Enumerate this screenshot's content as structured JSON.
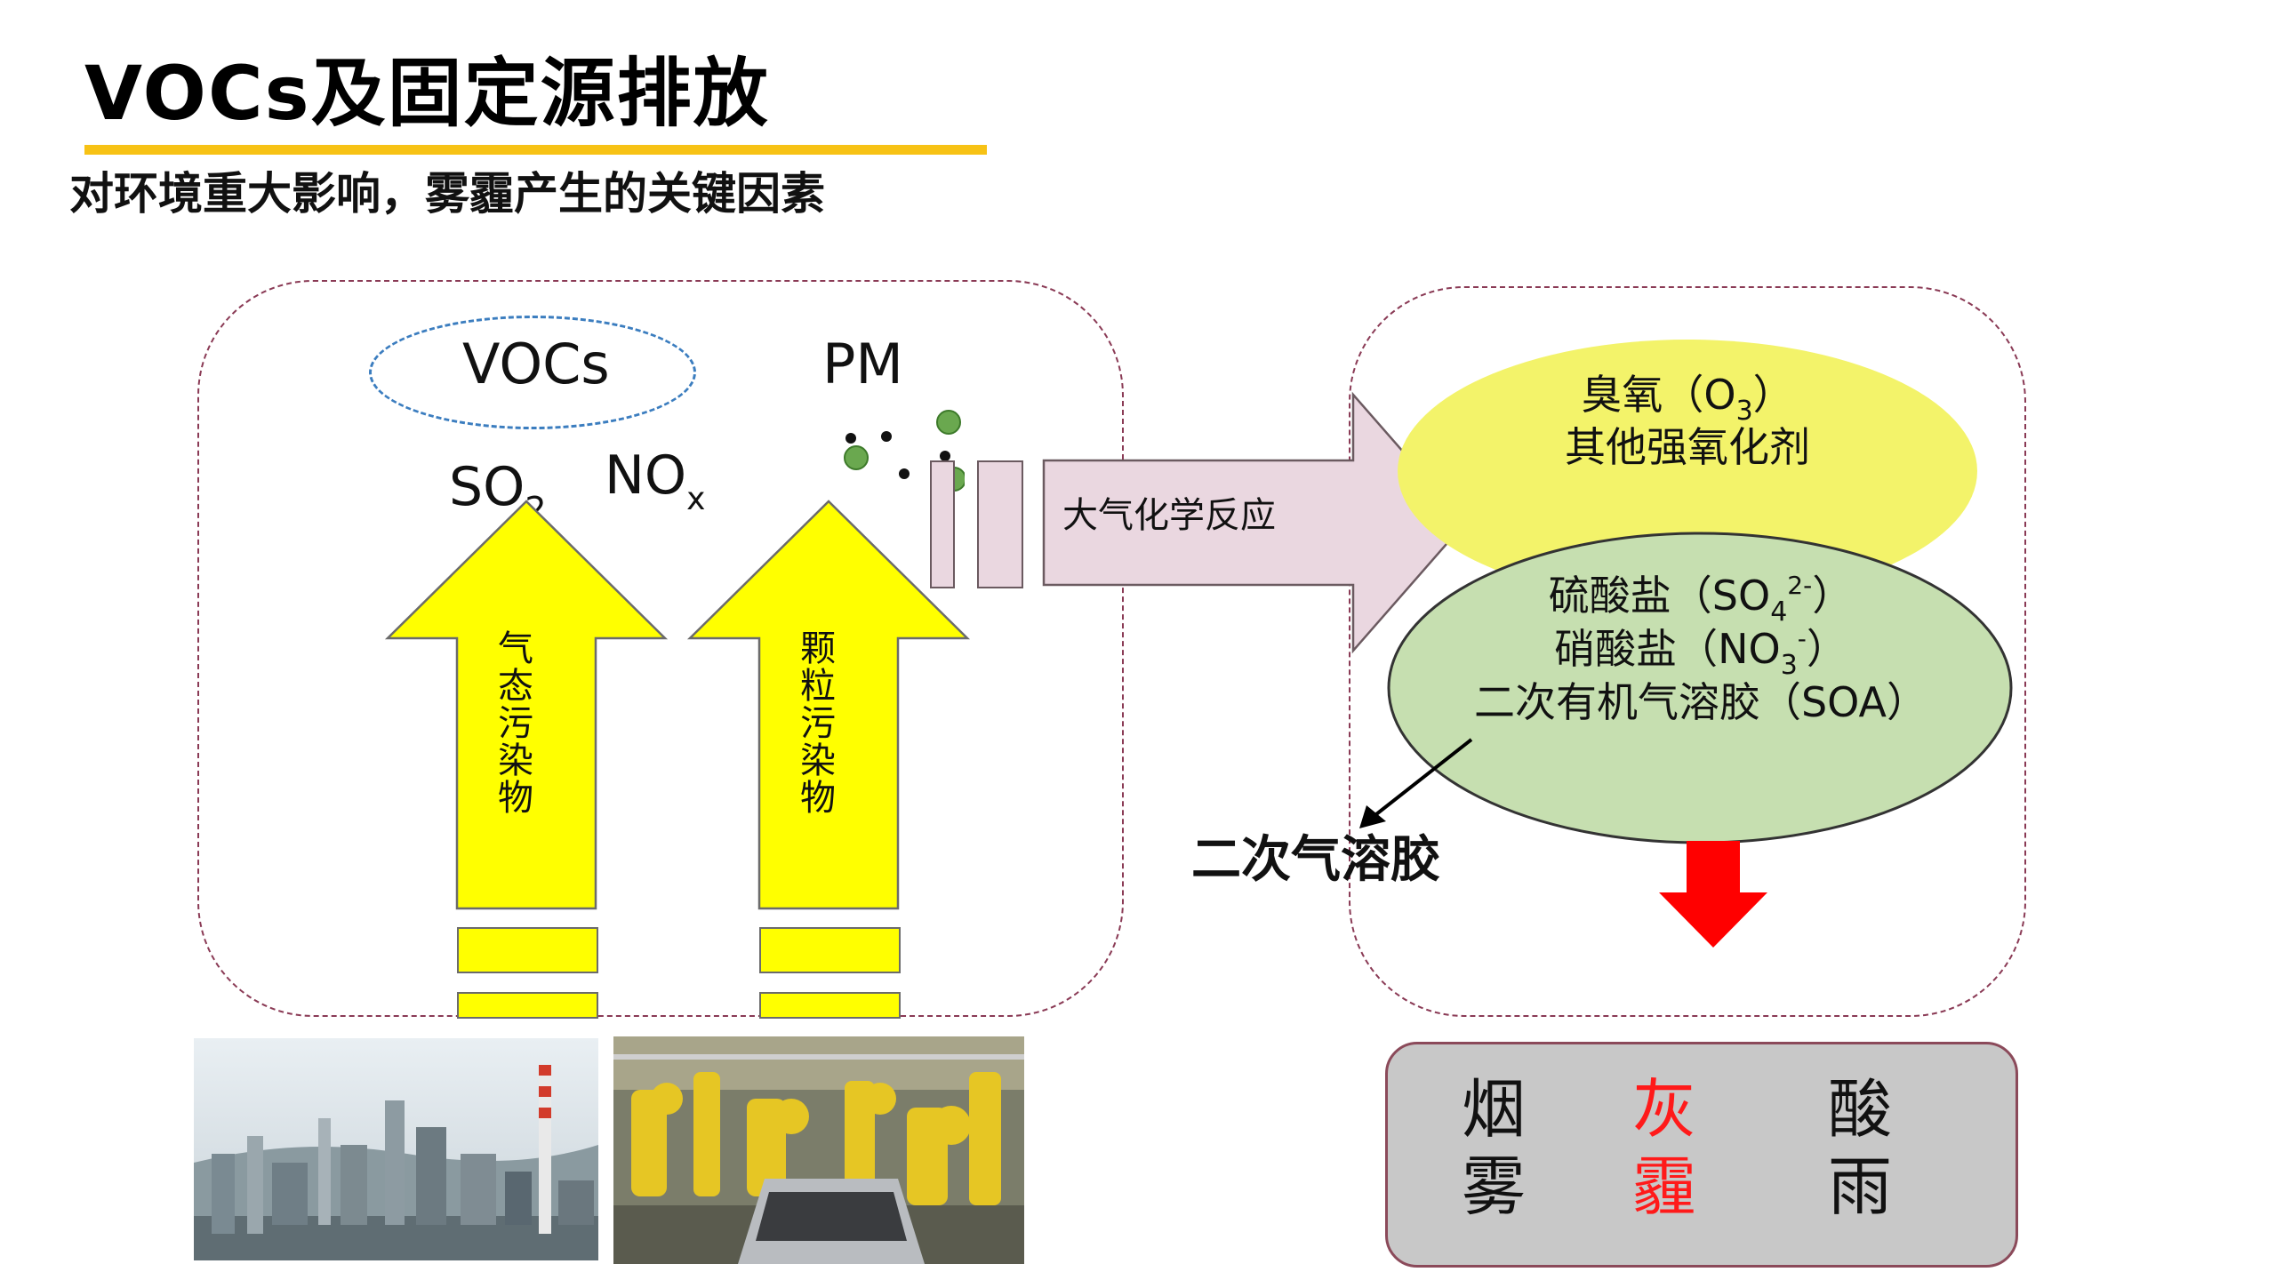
{
  "slide": {
    "title": "VOCs及固定源排放",
    "subtitle": "对环境重大影响，雾霾产生的关键因素"
  },
  "left_panel": {
    "vocs": "VOCs",
    "so2": "SO",
    "so2_sub": "2",
    "nox": "NO",
    "nox_sub": "x",
    "pm": "PM",
    "arrow_gas": "气态污染物",
    "arrow_particle": "颗粒污染物"
  },
  "reaction_arrow": {
    "label": "大气化学反应"
  },
  "oxidants": {
    "line1_pre": "臭氧（O",
    "line1_sub": "3",
    "line1_post": "）",
    "line2": "其他强氧化剂"
  },
  "aerosols": {
    "sulfate_pre": "硫酸盐（SO",
    "sulfate_sub": "4",
    "sulfate_sup": "2-",
    "sulfate_post": "）",
    "nitrate_pre": "硝酸盐（NO",
    "nitrate_sub": "3",
    "nitrate_sup": "-",
    "nitrate_post": "）",
    "soa": "二次有机气溶胶（SOA）"
  },
  "secondary_aerosol_label": "二次气溶胶",
  "outcomes": [
    {
      "top": "烟",
      "bottom": "雾",
      "color": "#111111"
    },
    {
      "top": "灰",
      "bottom": "霾",
      "color": "#ff1a1a"
    },
    {
      "top": "酸",
      "bottom": "雨",
      "color": "#111111"
    }
  ],
  "colors": {
    "accent_yellow": "#f7c215",
    "arrow_yellow": "#ffff00",
    "oxidant_yellow": "#f3f36a",
    "aerosol_green": "#c6dfb0",
    "down_arrow_red": "#ff0000",
    "panel_border": "#8a3a55"
  }
}
